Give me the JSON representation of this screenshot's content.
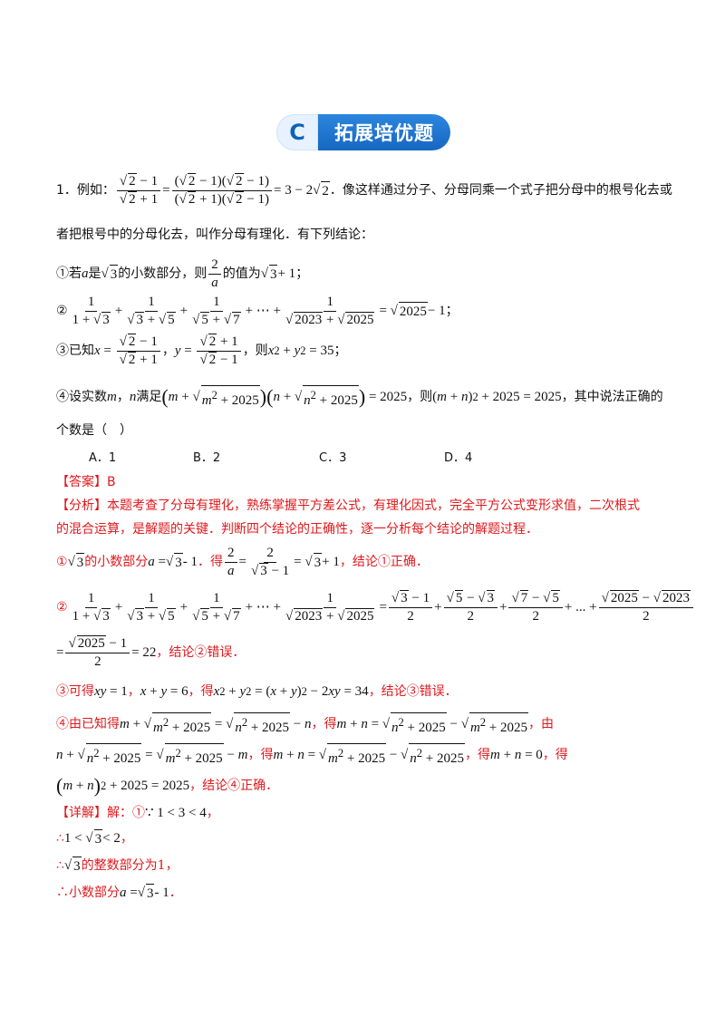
{
  "section_badge": {
    "letter": "C",
    "title": "拓展培优题"
  },
  "question": {
    "number": "1．",
    "intro_prefix": "例如：",
    "intro_suffix": "．像这样通过分子、分母同乘一个式子把分母中的根号化去或",
    "intro_line2": "者把根号中的分母化去，叫作分母有理化．有下列结论：",
    "c1_prefix": "①若",
    "c1_is": "是",
    "c1_mid": "的小数部分，则",
    "c1_suffix": "的值为",
    "c3_prefix": "③已知",
    "c3_then": "，则",
    "c4_prefix": "④设实数",
    "c4_mid": "满足",
    "c4_then": "，则",
    "c4_suffix": "，其中说法正确的",
    "line_last": "个数是（　）",
    "options": [
      "A．1",
      "B．2",
      "C．3",
      "D．4"
    ]
  },
  "answer": {
    "label": "【答案】",
    "value": "B"
  },
  "analysis": {
    "label": "【分析】",
    "text1": "本题考查了分母有理化，熟练掌握平方差公式，有理化因式，完全平方公式变形求值，二次根式",
    "text2": "的混合运算，是解题的关键．判断四个结论的正确性，逐一分析每个结论的解题过程．",
    "a1_prefix": "①",
    "a1_mid": "的小数部分",
    "a1_get": "．得",
    "a1_result": "，结论①正确．",
    "a2_prefix": "②",
    "a2_result": "，结论②错误．",
    "a3_prefix": "③可得",
    "a3_get": "，得",
    "a3_result": "，结论③错误．",
    "a4_prefix": "④由已知得",
    "a4_get": "，得",
    "a4_by": "，由",
    "a4_result": "，结论④正确．"
  },
  "detail": {
    "label": "【详解】",
    "text": "解：①",
    "l2_prefix": "∴",
    "l3_prefix": "∴",
    "l3_suffix": "的整数部分为1，",
    "l4_prefix": "∴小数部分",
    "l4_suffix": "．"
  }
}
